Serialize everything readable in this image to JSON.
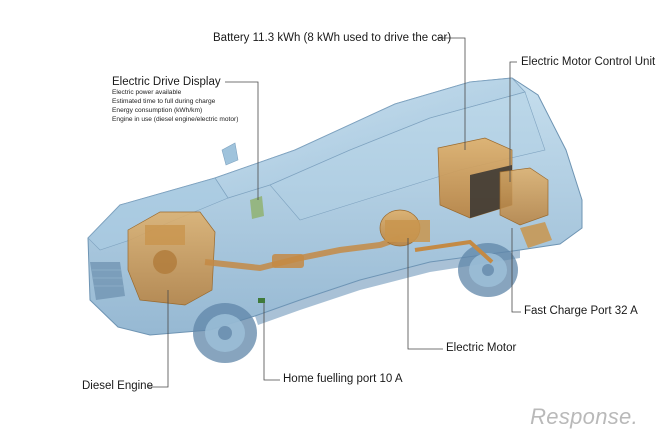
{
  "labels": {
    "battery": "Battery 11.3 kWh (8 kWh used to drive the car)",
    "motor_control": "Electric Motor Control Unit",
    "display_title": "Electric Drive Display",
    "display_items": [
      "Electric power available",
      "Estimated time to full during charge",
      "Energy consumption (kWh/km)",
      "Engine in use (diesel engine/electric motor)"
    ],
    "fast_charge": "Fast Charge Port 32 A",
    "electric_motor": "Electric Motor",
    "home_fuelling": "Home fuelling port 10 A",
    "diesel_engine": "Diesel Engine"
  },
  "logo": "Response."
}
